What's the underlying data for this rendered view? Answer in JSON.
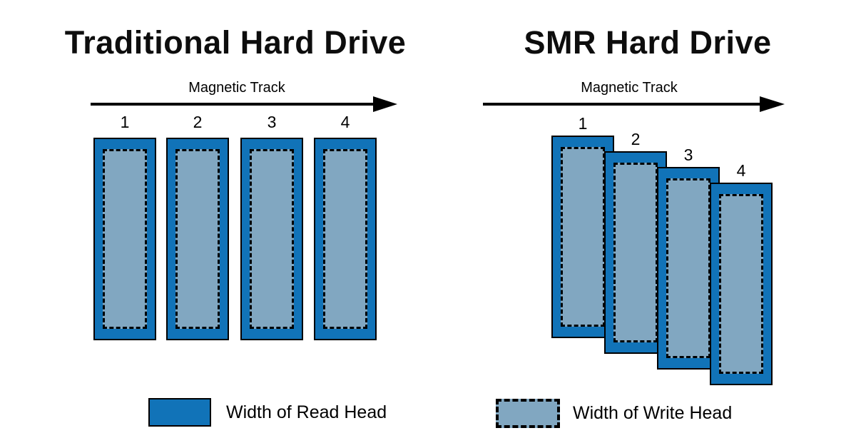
{
  "left_panel": {
    "title": "Traditional Hard Drive",
    "axis_label": "Magnetic Track",
    "track_labels": [
      "1",
      "2",
      "3",
      "4"
    ]
  },
  "right_panel": {
    "title": "SMR Hard Drive",
    "axis_label": "Magnetic Track",
    "track_labels": [
      "1",
      "2",
      "3",
      "4"
    ]
  },
  "legend": {
    "read_head_label": "Width of Read Head",
    "write_head_label": "Width of Write Head"
  },
  "colors": {
    "read_head_fill": "#1173b8",
    "write_head_fill": "#81a7c1",
    "outline": "#000000"
  }
}
